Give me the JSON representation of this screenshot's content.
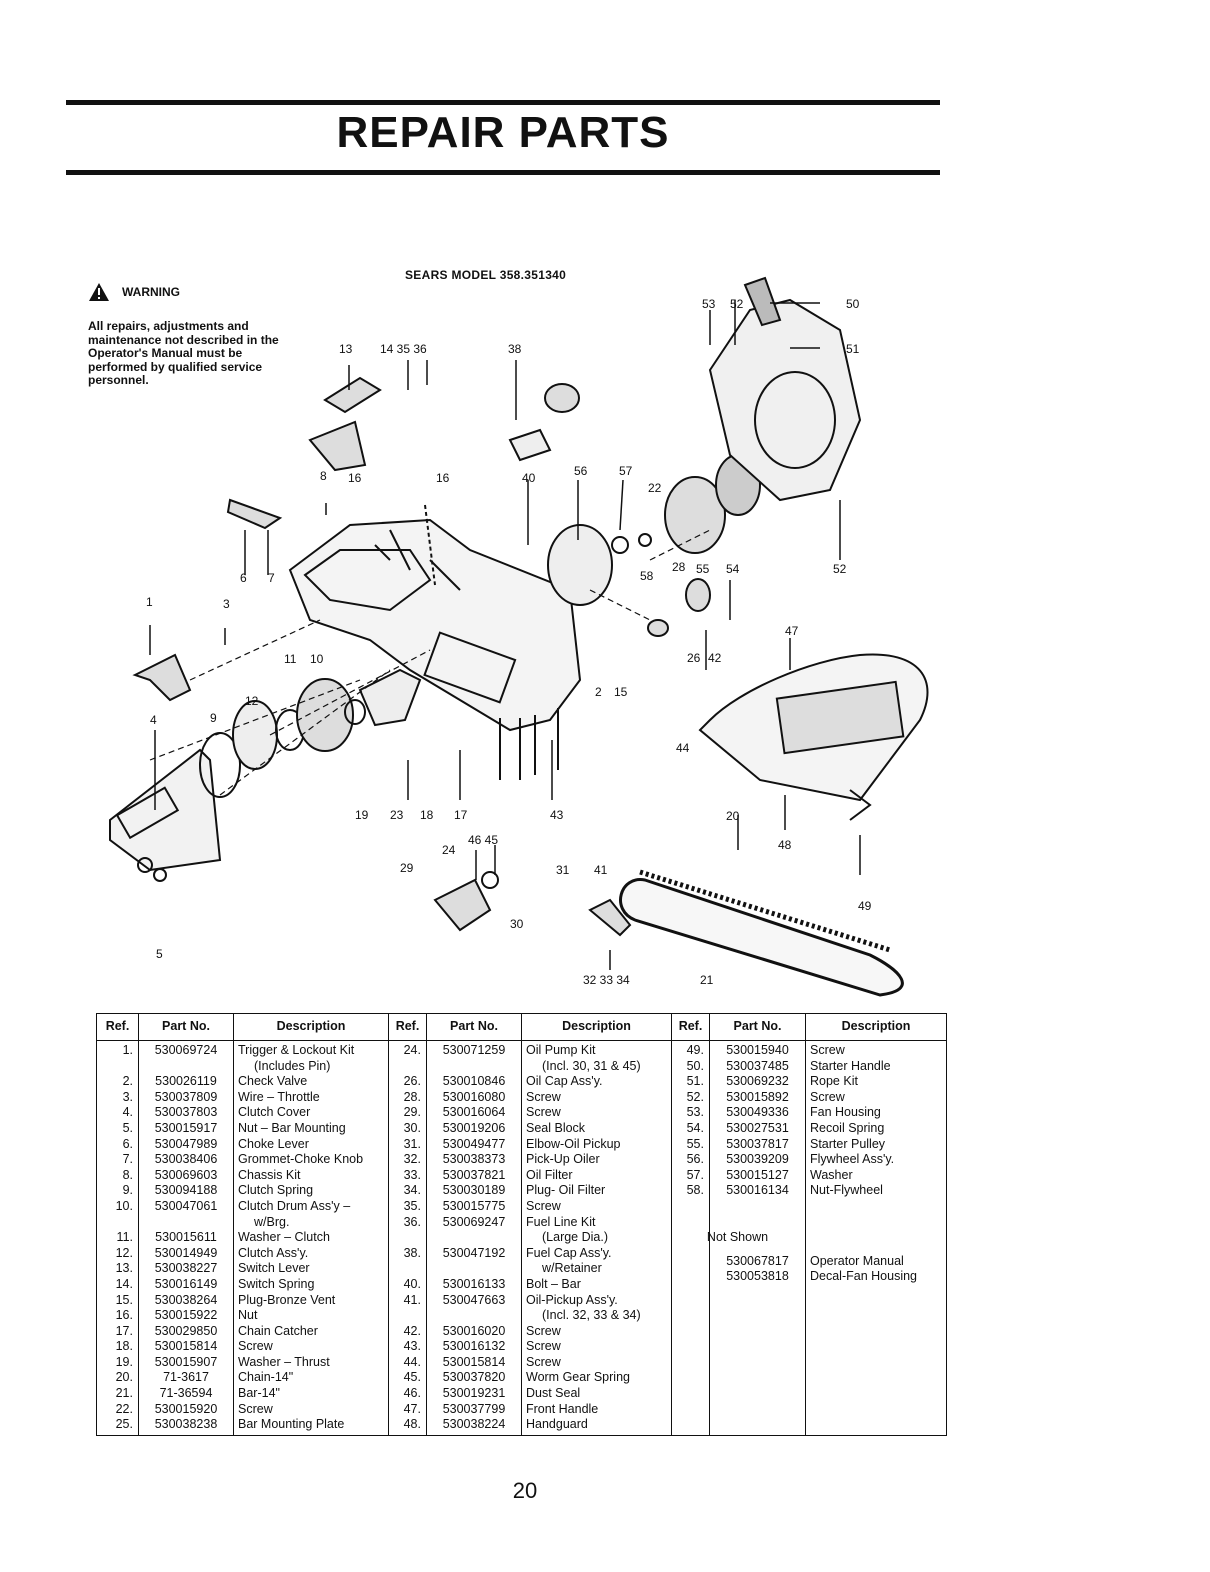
{
  "header": {
    "title": "REPAIR PARTS"
  },
  "diagram": {
    "model_label": "SEARS MODEL 358.351340"
  },
  "warning": {
    "label": "WARNING",
    "text": "All repairs, adjustments and maintenance not described in the Operator's Manual must be performed by qualified service personnel."
  },
  "callouts": [
    "1",
    "3",
    "4",
    "5",
    "6",
    "7",
    "8",
    "9",
    "10",
    "11",
    "12",
    "13",
    "14 35 36",
    "16",
    "16",
    "17",
    "18",
    "19",
    "2",
    "15",
    "20",
    "21",
    "22",
    "23",
    "24",
    "26",
    "28",
    "29",
    "30",
    "31",
    "32 33 34",
    "38",
    "40",
    "41",
    "42",
    "43",
    "44",
    "46 45",
    "47",
    "48",
    "49",
    "50",
    "51",
    "52",
    "52",
    "53",
    "54",
    "55",
    "56",
    "57",
    "58"
  ],
  "table": {
    "headers": {
      "ref": "Ref.",
      "part": "Part No.",
      "desc": "Description"
    },
    "col1": {
      "refs": [
        "1.",
        "",
        "2.",
        "3.",
        "4.",
        "5.",
        "6.",
        "7.",
        "8.",
        "9.",
        "10.",
        "",
        "11.",
        "12.",
        "13.",
        "14.",
        "15.",
        "16.",
        "17.",
        "18.",
        "19.",
        "20.",
        "21.",
        "22.",
        "25."
      ],
      "parts": [
        "530069724",
        "",
        "530026119",
        "530037809",
        "530037803",
        "530015917",
        "530047989",
        "530038406",
        "530069603",
        "530094188",
        "530047061",
        "",
        "530015611",
        "530014949",
        "530038227",
        "530016149",
        "530038264",
        "530015922",
        "530029850",
        "530015814",
        "530015907",
        "71-3617",
        "71-36594",
        "530015920",
        "530038238"
      ],
      "descs": [
        "Trigger & Lockout Kit",
        "(Includes Pin)",
        "Check Valve",
        "Wire – Throttle",
        "Clutch Cover",
        "Nut – Bar Mounting",
        "Choke Lever",
        "Grommet-Choke Knob",
        "Chassis Kit",
        "Clutch Spring",
        "Clutch Drum Ass'y –",
        "w/Brg.",
        "Washer – Clutch",
        "Clutch Ass'y.",
        "Switch Lever",
        "Switch Spring",
        "Plug-Bronze Vent",
        "Nut",
        "Chain Catcher",
        "Screw",
        "Washer – Thrust",
        "Chain-14\"",
        "Bar-14\"",
        "Screw",
        "Bar Mounting Plate"
      ]
    },
    "col2": {
      "refs": [
        "24.",
        "",
        "26.",
        "28.",
        "29.",
        "30.",
        "31.",
        "32.",
        "33.",
        "34.",
        "35.",
        "36.",
        "",
        "38.",
        "",
        "40.",
        "41.",
        "",
        "42.",
        "43.",
        "44.",
        "45.",
        "46.",
        "47.",
        "48."
      ],
      "parts": [
        "530071259",
        "",
        "530010846",
        "530016080",
        "530016064",
        "530019206",
        "530049477",
        "530038373",
        "530037821",
        "530030189",
        "530015775",
        "530069247",
        "",
        "530047192",
        "",
        "530016133",
        "530047663",
        "",
        "530016020",
        "530016132",
        "530015814",
        "530037820",
        "530019231",
        "530037799",
        "530038224"
      ],
      "descs": [
        "Oil Pump Kit",
        "(Incl. 30, 31 & 45)",
        "Oil Cap Ass'y.",
        "Screw",
        "Screw",
        "Seal Block",
        "Elbow-Oil Pickup",
        "Pick-Up Oiler",
        "Oil Filter",
        "Plug- Oil Filter",
        "Screw",
        "Fuel Line Kit",
        "(Large Dia.)",
        "Fuel Cap Ass'y.",
        "w/Retainer",
        "Bolt – Bar",
        "Oil-Pickup Ass'y.",
        "(Incl. 32, 33 & 34)",
        "Screw",
        "Screw",
        "Screw",
        "Worm Gear Spring",
        "Dust Seal",
        "Front Handle",
        "Handguard"
      ]
    },
    "col3": {
      "refs": [
        "49.",
        "50.",
        "51.",
        "52.",
        "53.",
        "54.",
        "55.",
        "56.",
        "57.",
        "58."
      ],
      "parts": [
        "530015940",
        "530037485",
        "530069232",
        "530015892",
        "530049336",
        "530027531",
        "530037817",
        "530039209",
        "530015127",
        "530016134"
      ],
      "descs": [
        "Screw",
        "Starter Handle",
        "Rope Kit",
        "Screw",
        "Fan Housing",
        "Recoil Spring",
        "Starter Pulley",
        "Flywheel Ass'y.",
        "Washer",
        "Nut-Flywheel"
      ],
      "not_shown_label": "Not Shown",
      "extra_parts": [
        "530067817",
        "530053818"
      ],
      "extra_descs": [
        "Operator Manual",
        "Decal-Fan Housing"
      ]
    }
  },
  "page_number": "20"
}
